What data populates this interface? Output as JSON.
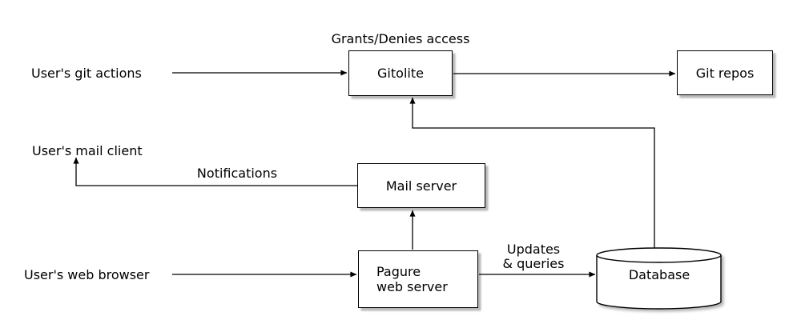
{
  "diagram": {
    "nodes": {
      "gitolite": {
        "label": "Gitolite"
      },
      "git_repos": {
        "label": "Git repos"
      },
      "mail_server": {
        "label": "Mail server"
      },
      "pagure_web_server": {
        "line1": "Pagure",
        "line2": "web server"
      },
      "database": {
        "label": "Database"
      }
    },
    "actors": {
      "git_actions": "User's git actions",
      "mail_client": "User's mail client",
      "web_browser": "User's web browser"
    },
    "edge_labels": {
      "grants_denies_access": "Grants/Denies access",
      "notifications": "Notifications",
      "updates_line1": "Updates",
      "updates_line2": "& queries"
    },
    "colors": {
      "background": "#ffffff",
      "stroke": "#000000",
      "node_fill": "#ffffff",
      "shadow": "#bfbfbf"
    }
  }
}
